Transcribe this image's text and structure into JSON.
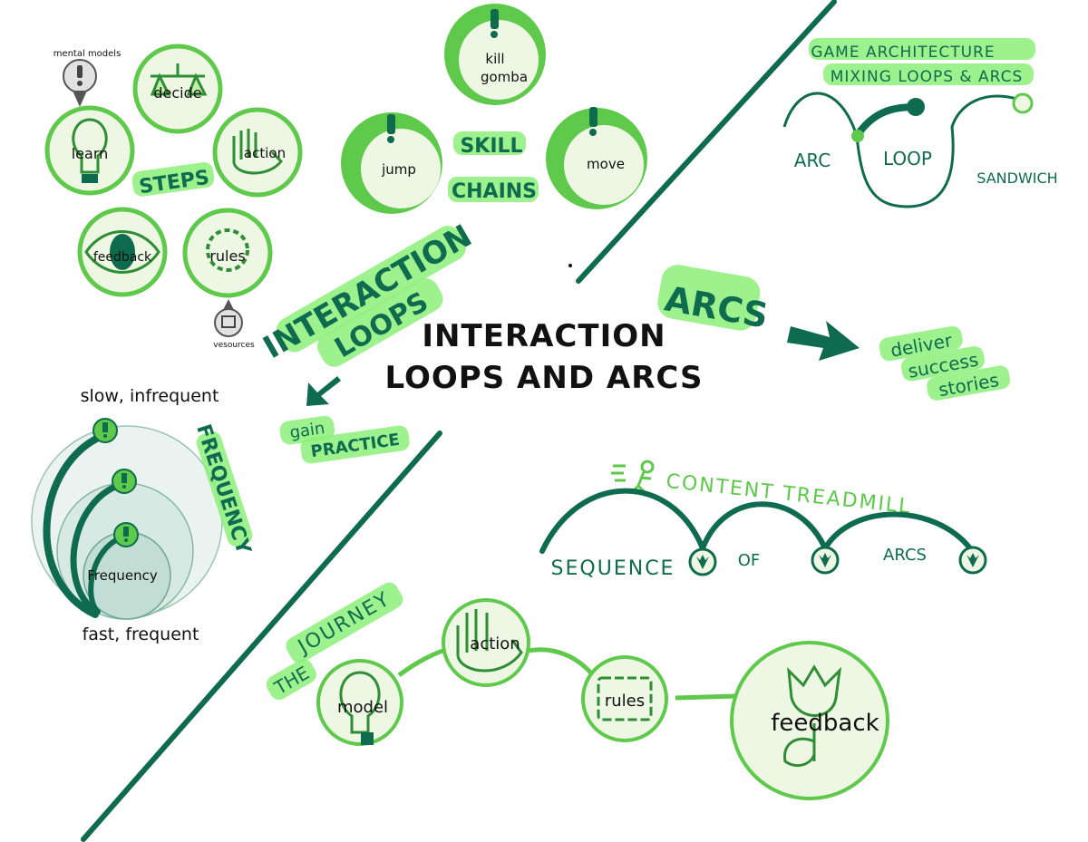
{
  "title": {
    "line1": "INTERACTION",
    "line2": "LOOPS AND ARCS"
  },
  "interaction_loops": {
    "line1": "INTERACTION",
    "line2": "LOOPS"
  },
  "gain_practice": {
    "line1": "gain",
    "line2": "PRACTICE"
  },
  "steps": {
    "label": "STEPS",
    "mental_models": "mental models",
    "resources": "vesources",
    "circles": [
      "decide",
      "learn",
      "action",
      "feedback",
      "rules"
    ]
  },
  "skill_chains": {
    "line1": "SKILL",
    "line2": "CHAINS",
    "circles": [
      "kill",
      "gomba",
      "jump",
      "move"
    ]
  },
  "frequency": {
    "label": "FREQUENCY",
    "slow": "slow, infrequent",
    "fast": "fast, frequent",
    "inner": "Frequency"
  },
  "game_architecture": {
    "line1": "GAME ARCHITECTURE",
    "line2": "MIXING LOOPS & ARCS",
    "arc": "ARC",
    "loop": "LOOP",
    "sandwich": "SANDWICH"
  },
  "arcs": {
    "label": "ARCS",
    "deliver1": "deliver",
    "deliver2": "success",
    "deliver3": "stories"
  },
  "content_treadmill": {
    "label": "CONTENT TREADMILL",
    "sequence": "SEQUENCE",
    "of": "OF",
    "arcs": "ARCS"
  },
  "journey": {
    "the": "THE",
    "journey": "JOURNEY",
    "circles": [
      "model",
      "action",
      "rules",
      "feedback"
    ]
  },
  "colors": {
    "dark_green": "#0e6b4e",
    "bright_green": "#5ec94a",
    "highlight": "#8df07a",
    "pale_fill": "#eef7e4",
    "teal_fill": "#cfe3dd"
  }
}
